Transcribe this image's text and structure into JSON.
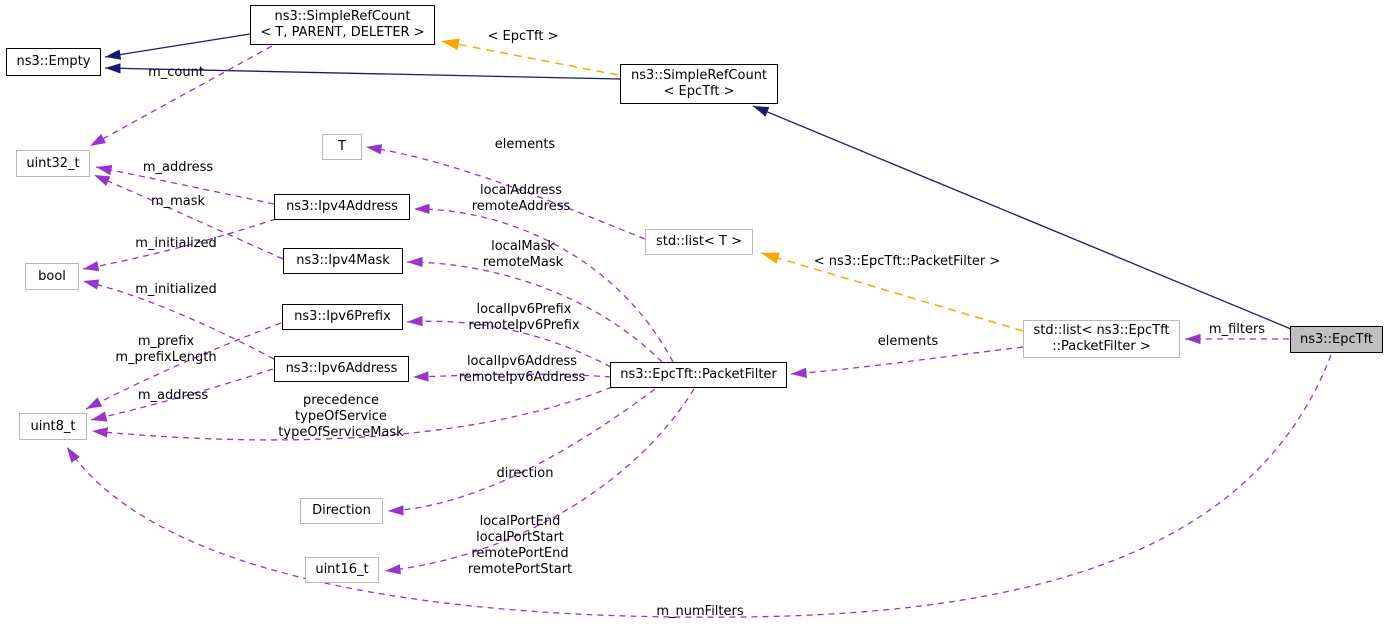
{
  "diagram": {
    "title": "Doxygen collaboration diagram for ns3::EpcTft",
    "colors": {
      "inheritance_edge": "#191970",
      "usage_edge": "#9a32cd",
      "template_edge": "#ffa500",
      "node_border_documented": "#000000",
      "node_border_undocumented": "#b9b9b9",
      "node_fill": "#ffffff",
      "focus_node_fill": "#bfbfbf"
    },
    "nodes": {
      "empty": "ns3::Empty",
      "simple_ref_count_template": "ns3::SimpleRefCount\n< T, PARENT, DELETER >",
      "simple_ref_count_epctft": "ns3::SimpleRefCount\n< EpcTft >",
      "uint32_t": "uint32_t",
      "t": "T",
      "ipv4_address": "ns3::Ipv4Address",
      "ipv4_mask": "ns3::Ipv4Mask",
      "bool": "bool",
      "ipv6_prefix": "ns3::Ipv6Prefix",
      "ipv6_address": "ns3::Ipv6Address",
      "uint8_t": "uint8_t",
      "std_list_t": "std::list< T >",
      "packet_filter": "ns3::EpcTft::PacketFilter",
      "direction": "Direction",
      "uint16_t": "uint16_t",
      "std_list_packet_filter": "std::list< ns3::EpcTft\n::PacketFilter >",
      "epctft": "ns3::EpcTft"
    },
    "edge_labels": {
      "m_count": "m_count",
      "template_epctft": "< EpcTft >",
      "elements_t": "elements",
      "m_address_ipv4": "m_address",
      "local_remote_address": "localAddress\nremoteAddress",
      "m_mask": "m_mask",
      "m_initialized_ipv4": "m_initialized",
      "local_remote_mask": "localMask\nremoteMask",
      "template_packet_filter": "< ns3::EpcTft::PacketFilter >",
      "m_initialized_ipv6": "m_initialized",
      "local_remote_ipv6_prefix": "localIpv6Prefix\nremoteIpv6Prefix",
      "m_prefix": "m_prefix\nm_prefixLength",
      "elements_packet_filter": "elements",
      "m_filters": "m_filters",
      "local_remote_ipv6_address": "localIpv6Address\nremoteIpv6Address",
      "m_address_ipv6": "m_address",
      "precedence": "precedence\ntypeOfService\ntypeOfServiceMask",
      "direction": "direction",
      "ports": "localPortEnd\nlocalPortStart\nremotePortEnd\nremotePortStart",
      "m_num_filters": "m_numFilters"
    }
  }
}
